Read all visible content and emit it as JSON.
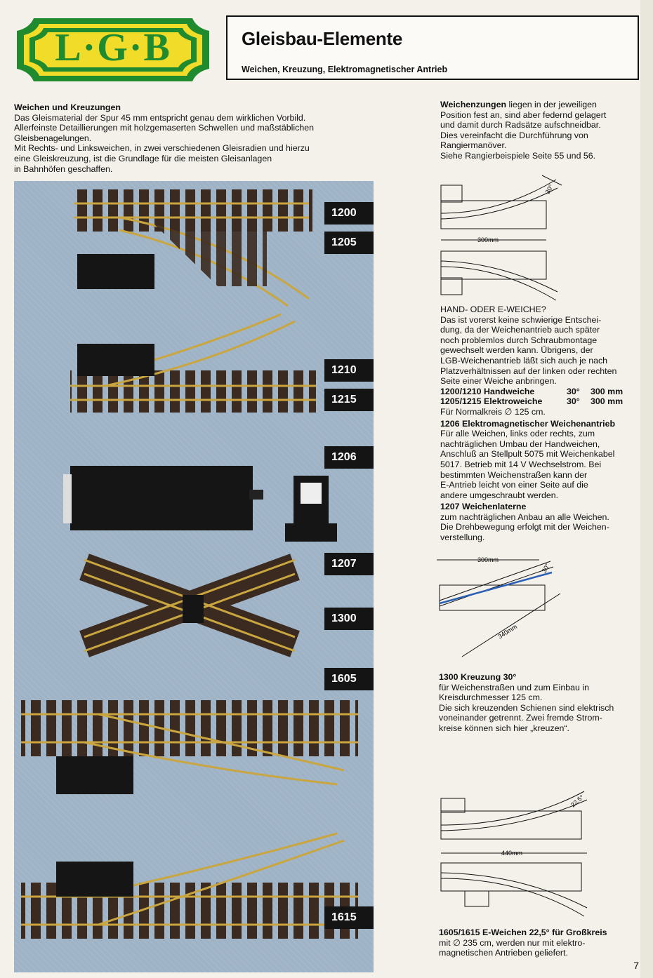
{
  "logo": {
    "text": "L·G·B",
    "colors": {
      "outer": "#1f8a2e",
      "inner": "#f2dc2a",
      "letters": "#1f8a2e"
    }
  },
  "header": {
    "title": "Gleisbau-Elemente",
    "subtitle": "Weichen, Kreuzung, Elektromagnetischer Antrieb"
  },
  "intro": {
    "heading": "Weichen und Kreuzungen",
    "lines": [
      "Das Gleismaterial der Spur 45 mm entspricht genau dem wirklichen Vorbild.",
      "Allerfeinste Detaillierungen mit holzgemaserten Schwellen und maßstäblichen",
      "Gleisbenagelungen.",
      "Mit Rechts- und Linksweichen, in zwei verschiedenen Gleisradien und hierzu",
      "eine Gleiskreuzung, ist die Grundlage für die meisten Gleisanlagen",
      "in Bahnhöfen geschaffen."
    ]
  },
  "photo_labels": [
    "1200",
    "1205",
    "1210",
    "1215",
    "1206",
    "1207",
    "1300",
    "1605",
    "1615"
  ],
  "right": {
    "p1_bold": "Weichenzungen",
    "p1_lines": [
      " liegen in der jeweiligen",
      "Position fest an, sind aber federnd gelagert",
      "und damit durch Radsätze aufschneidbar.",
      "Dies vereinfacht die Durchführung von",
      "Rangiermanöver.",
      "Siehe Rangierbeispiele Seite 55 und 56."
    ],
    "hand_heading": "HAND- ODER E-WEICHE?",
    "hand_lines": [
      "Das ist vorerst keine schwierige Entschei-",
      "dung, da der Weichenantrieb auch später",
      "noch problemlos durch Schraubmontage",
      "gewechselt werden kann. Übrigens, der",
      "LGB-Weichenantrieb läßt sich auch je nach",
      "Platzverhältnissen auf der linken oder rechten",
      "Seite einer Weiche anbringen."
    ],
    "spec_rows": [
      {
        "code": "1200/1210 Handweiche",
        "angle": "30°",
        "len": "300 mm"
      },
      {
        "code": "1205/1215 Elektroweiche",
        "angle": "30°",
        "len": "300 mm"
      }
    ],
    "normal_circle": "Für Normalkreis ∅ 125 cm.",
    "antrieb_heading": "1206 Elektromagnetischer Weichenantrieb",
    "antrieb_lines": [
      "Für alle Weichen, links oder rechts, zum",
      "nachträglichen Umbau der Handweichen,",
      "Anschluß an Stellpult 5075 mit Weichenkabel",
      "5017. Betrieb mit 14 V Wechselstrom. Bei",
      "bestimmten Weichenstraßen kann der",
      "E-Antrieb leicht von einer Seite auf die",
      "andere umgeschraubt werden."
    ],
    "laterne_heading": "1207 Weichenlaterne",
    "laterne_lines": [
      "zum nachträglichen Anbau an alle Weichen.",
      "Die Drehbewegung erfolgt mit der Weichen-",
      "verstellung."
    ],
    "kreuzung_heading": "1300 Kreuzung 30°",
    "kreuzung_lines": [
      "für Weichenstraßen und zum Einbau in",
      "Kreisdurchmesser 125 cm.",
      "Die sich kreuzenden Schienen sind elektrisch",
      "voneinander getrennt. Zwei fremde Strom-",
      "kreise können sich hier „kreuzen“."
    ],
    "gross_heading": "1605/1615 E-Weichen 22,5° für Großkreis",
    "gross_lines": [
      "mit ∅ 235 cm, werden nur mit elektro-",
      "magnetischen Antrieben geliefert."
    ]
  },
  "diagrams": {
    "d1": {
      "angle": "30°",
      "length": "300mm"
    },
    "d2": {
      "length": "300mm",
      "angle": "30°",
      "diag": "340mm"
    },
    "d3": {
      "angle": "22,5°",
      "length": "440mm"
    }
  },
  "page_number": "7"
}
